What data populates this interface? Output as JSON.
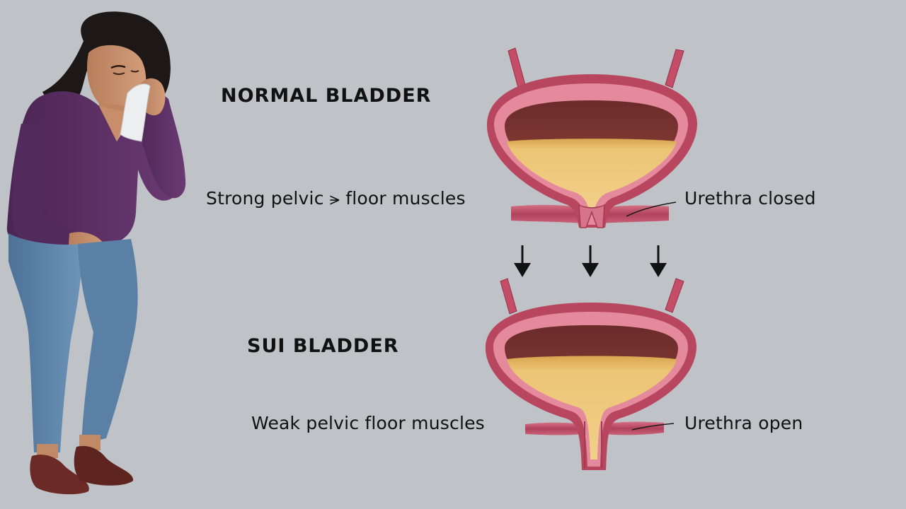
{
  "normal": {
    "heading": "NORMAL BLADDER",
    "left_caption": "Strong pelvic ⪫ floor muscles",
    "right_caption": "Urethra closed"
  },
  "sui": {
    "heading": "SUI BLADDER",
    "left_caption": "Weak pelvic floor muscles",
    "right_caption": "Urethra open"
  },
  "colors": {
    "background": "#bfc2c6",
    "bladder_wall": "#b8465e",
    "bladder_lining": "#e48a9c",
    "urine": "#e8c070",
    "bladder_interior": "#7d3630",
    "muscle": "#c0506a",
    "sweater": "#5a2e63",
    "jeans": "#5f86aa",
    "shoes": "#6b2a26",
    "skin": "#c8906c",
    "hair": "#1e1717"
  }
}
